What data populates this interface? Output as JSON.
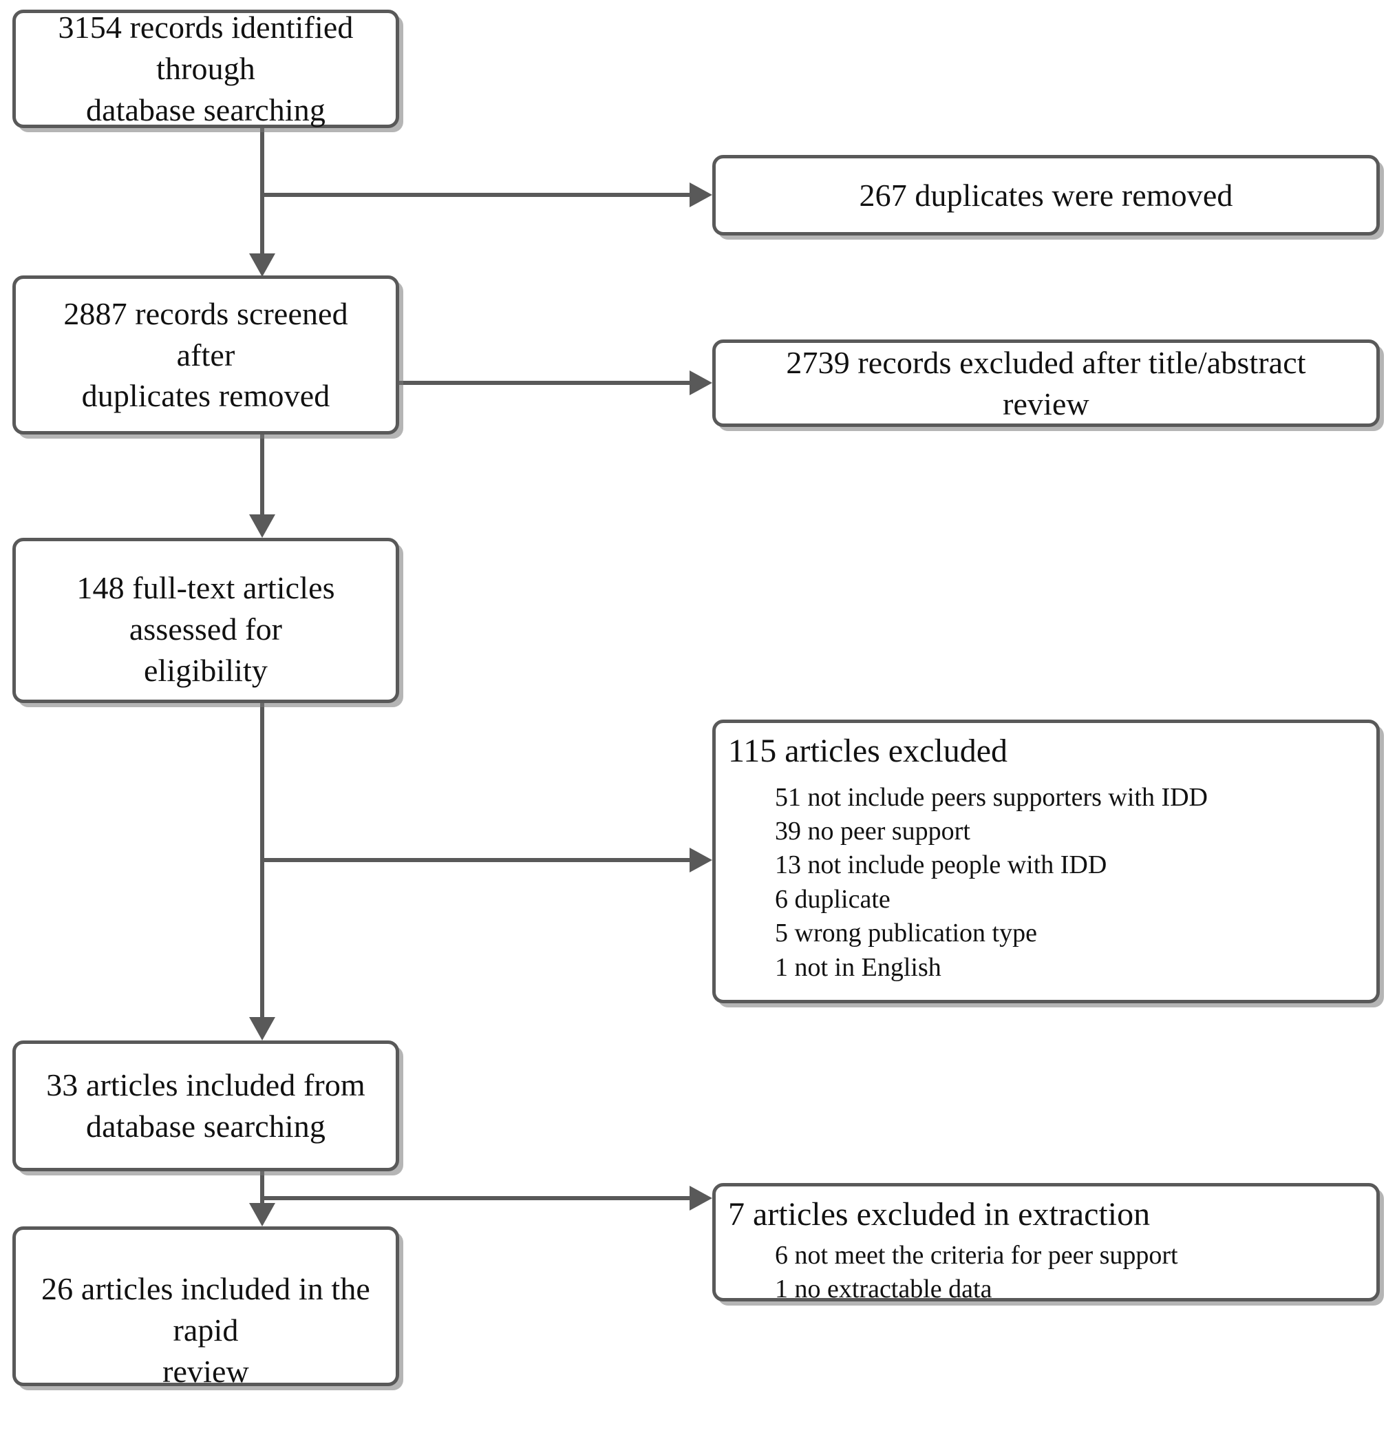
{
  "diagram": {
    "type": "prisma-flow-diagram",
    "colors": {
      "border": "#595959",
      "text": "#111111",
      "background": "#ffffff"
    },
    "nodes": {
      "identified": {
        "text": "3154 records identified through\ndatabase searching"
      },
      "duplicates_removed": {
        "text": "267 duplicates were removed"
      },
      "screened": {
        "text": "2887 records screened after\nduplicates removed"
      },
      "excluded_title_abstract": {
        "text": "2739 records excluded after title/abstract\nreview"
      },
      "full_text_assessed": {
        "text": "148 full-text articles assessed for\neligibility"
      },
      "articles_excluded": {
        "heading": "115 articles excluded",
        "reasons": [
          "51 not include peers supporters with IDD",
          "39 no peer support",
          "13 not include people with IDD",
          "6 duplicate",
          "5 wrong publication type",
          "1 not in English"
        ]
      },
      "included_from_db": {
        "text": "33 articles included from\ndatabase searching"
      },
      "excluded_in_extraction": {
        "heading": "7 articles excluded in extraction",
        "reasons": [
          "6 not meet the criteria for peer support",
          "1 no extractable data"
        ]
      },
      "included_rapid_review": {
        "text": "26 articles included in the rapid\nreview"
      }
    }
  }
}
